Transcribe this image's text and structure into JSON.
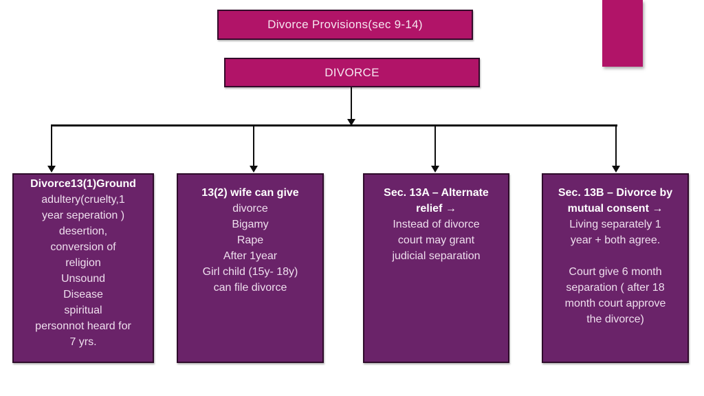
{
  "slide": {
    "title_box_label": "Divorce Provisions(sec 9-14)",
    "divorce_box_label": "DIVORCE"
  },
  "colors": {
    "magenta": "#b11468",
    "purple": "#6a2369",
    "connector_line": "#0d0d0d",
    "light_text": "#efdfee"
  },
  "boxes": [
    {
      "heading": "Divorce13(1)Ground",
      "body": "adultery(cruelty,1\nyear seperation )\ndesertion,\nconversion of\nreligion\nUnsound\nDisease\nspiritual\npersonnot heard for\n7 yrs."
    },
    {
      "heading": "13(2) wife can give",
      "body": "divorce\nBigamy\nRape\nAfter 1year\nGirl child (15y- 18y)\ncan file divorce"
    },
    {
      "heading": "Sec. 13A – Alternate\nrelief →",
      "body": "Instead of divorce\ncourt may grant\njudicial separation"
    },
    {
      "heading": "Sec. 13B – Divorce by\nmutual consent →",
      "body": "Living separately 1\nyear + both agree.\n\nCourt give 6 month\nseparation ( after 18\nmonth court approve\nthe divorce)"
    }
  ]
}
